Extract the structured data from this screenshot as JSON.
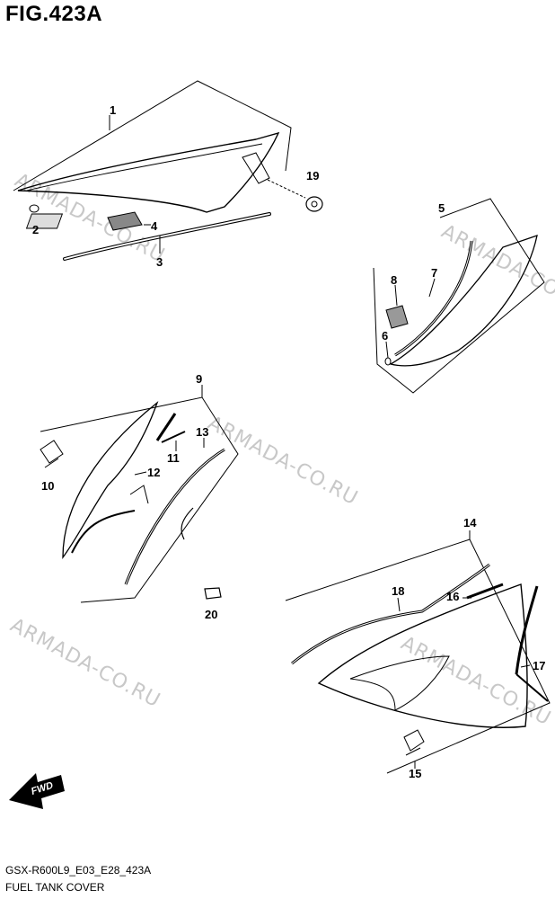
{
  "figure": {
    "title": "FIG.423A",
    "code": "GSX-R600L9_E03_E28_423A",
    "caption": "FUEL TANK COVER"
  },
  "watermark": "ARMADA-CO.RU",
  "fwd_label": "FWD",
  "callouts": [
    "1",
    "2",
    "3",
    "4",
    "5",
    "6",
    "7",
    "8",
    "9",
    "10",
    "11",
    "12",
    "13",
    "14",
    "15",
    "16",
    "17",
    "18",
    "19",
    "20"
  ],
  "icons": {
    "logo": "suzuki-logo-icon",
    "direction": "forward-arrow-icon"
  }
}
